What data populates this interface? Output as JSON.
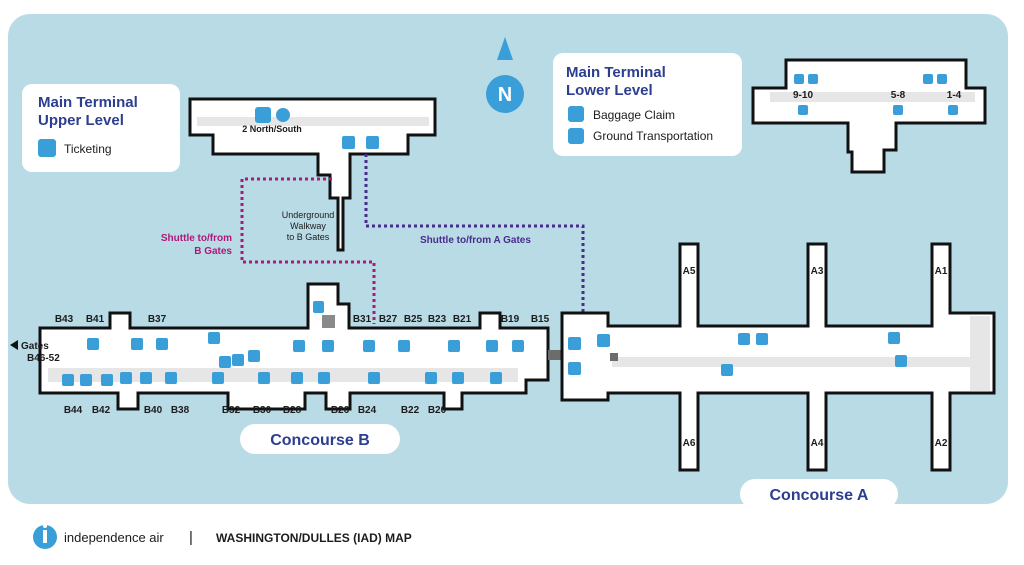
{
  "colors": {
    "water": "#b8dbe6",
    "navy": "#2c3e8f",
    "icon_blue": "#3a9ed8",
    "shuttle_b": "#b0177a",
    "shuttle_a": "#4a2c8c"
  },
  "compass": {
    "label": "N"
  },
  "upper_legend": {
    "title_line1": "Main Terminal",
    "title_line2": "Upper Level",
    "items": [
      {
        "icon": "ticketing-icon",
        "label": "Ticketing"
      }
    ]
  },
  "lower_legend": {
    "title_line1": "Main Terminal",
    "title_line2": "Lower Level",
    "items": [
      {
        "icon": "baggage-claim-icon",
        "label": "Baggage Claim"
      },
      {
        "icon": "ground-transportation-icon",
        "label": "Ground Transportation"
      }
    ]
  },
  "main_terminal": {
    "checkpoint_label": "2 North/South"
  },
  "lower_level_map": {
    "claim_labels": [
      "9-10",
      "5-8",
      "1-4"
    ]
  },
  "walkway_label": [
    "Underground",
    "Walkway",
    "to B Gates"
  ],
  "shuttle_b_label": [
    "Shuttle to/from",
    "B Gates"
  ],
  "shuttle_a_label": "Shuttle to/from A Gates",
  "concourse_b": {
    "name": "Concourse B",
    "top_gates": [
      "B43",
      "B41",
      "B37",
      "B31",
      "B27",
      "B25",
      "B23",
      "B21",
      "B19",
      "B15"
    ],
    "bottom_gates": [
      "B44",
      "B42",
      "B40",
      "B38",
      "B32",
      "B30",
      "B28",
      "B26",
      "B24",
      "B22",
      "B20"
    ],
    "west_label_line1": "Gates",
    "west_label_line2": "B46-52"
  },
  "concourse_a": {
    "name": "Concourse A",
    "top_gates": [
      "A5",
      "A3",
      "A1"
    ],
    "bottom_gates": [
      "A6",
      "A4",
      "A2"
    ]
  },
  "footer": {
    "brand": "independence air",
    "divider": "|",
    "title": "WASHINGTON/DULLES (IAD) MAP"
  }
}
